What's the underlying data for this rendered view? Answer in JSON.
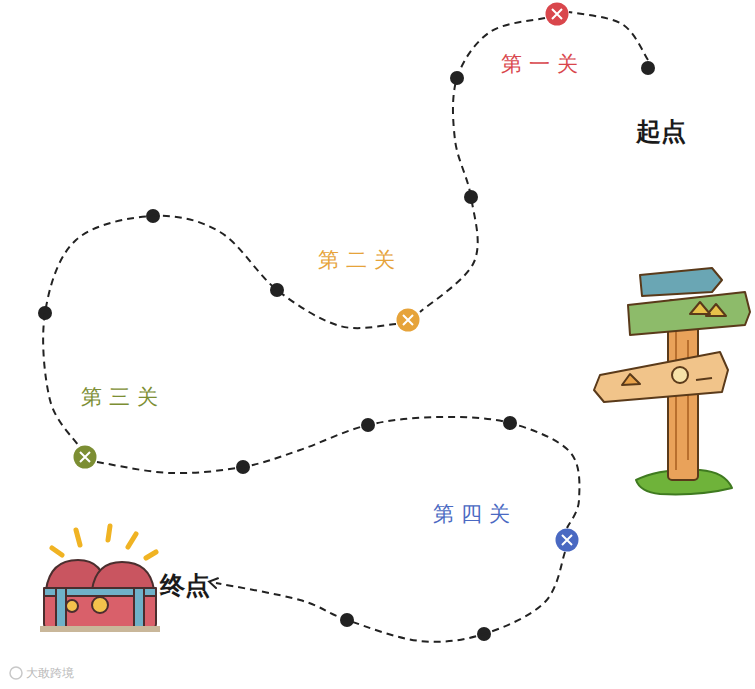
{
  "diagram": {
    "nodes": [
      {
        "text": [
          "起点"
        ]
      },
      {
        "text": [
          "第一关"
        ]
      },
      {
        "text": [
          "第二关"
        ]
      },
      {
        "text": [
          "第三关"
        ]
      },
      {
        "text": [
          "第四关"
        ]
      },
      {
        "text": [
          "终点"
        ]
      }
    ],
    "edges": [
      {
        "from": 0,
        "to": 1,
        "arrow": "none"
      },
      {
        "from": 1,
        "to": 2,
        "arrow": "none"
      },
      {
        "from": 2,
        "to": 3,
        "arrow": "none"
      },
      {
        "from": 3,
        "to": 4,
        "arrow": "none"
      },
      {
        "from": 4,
        "to": 5,
        "arrow": "to"
      }
    ],
    "labels": [
      "大敢跨境"
    ]
  }
}
